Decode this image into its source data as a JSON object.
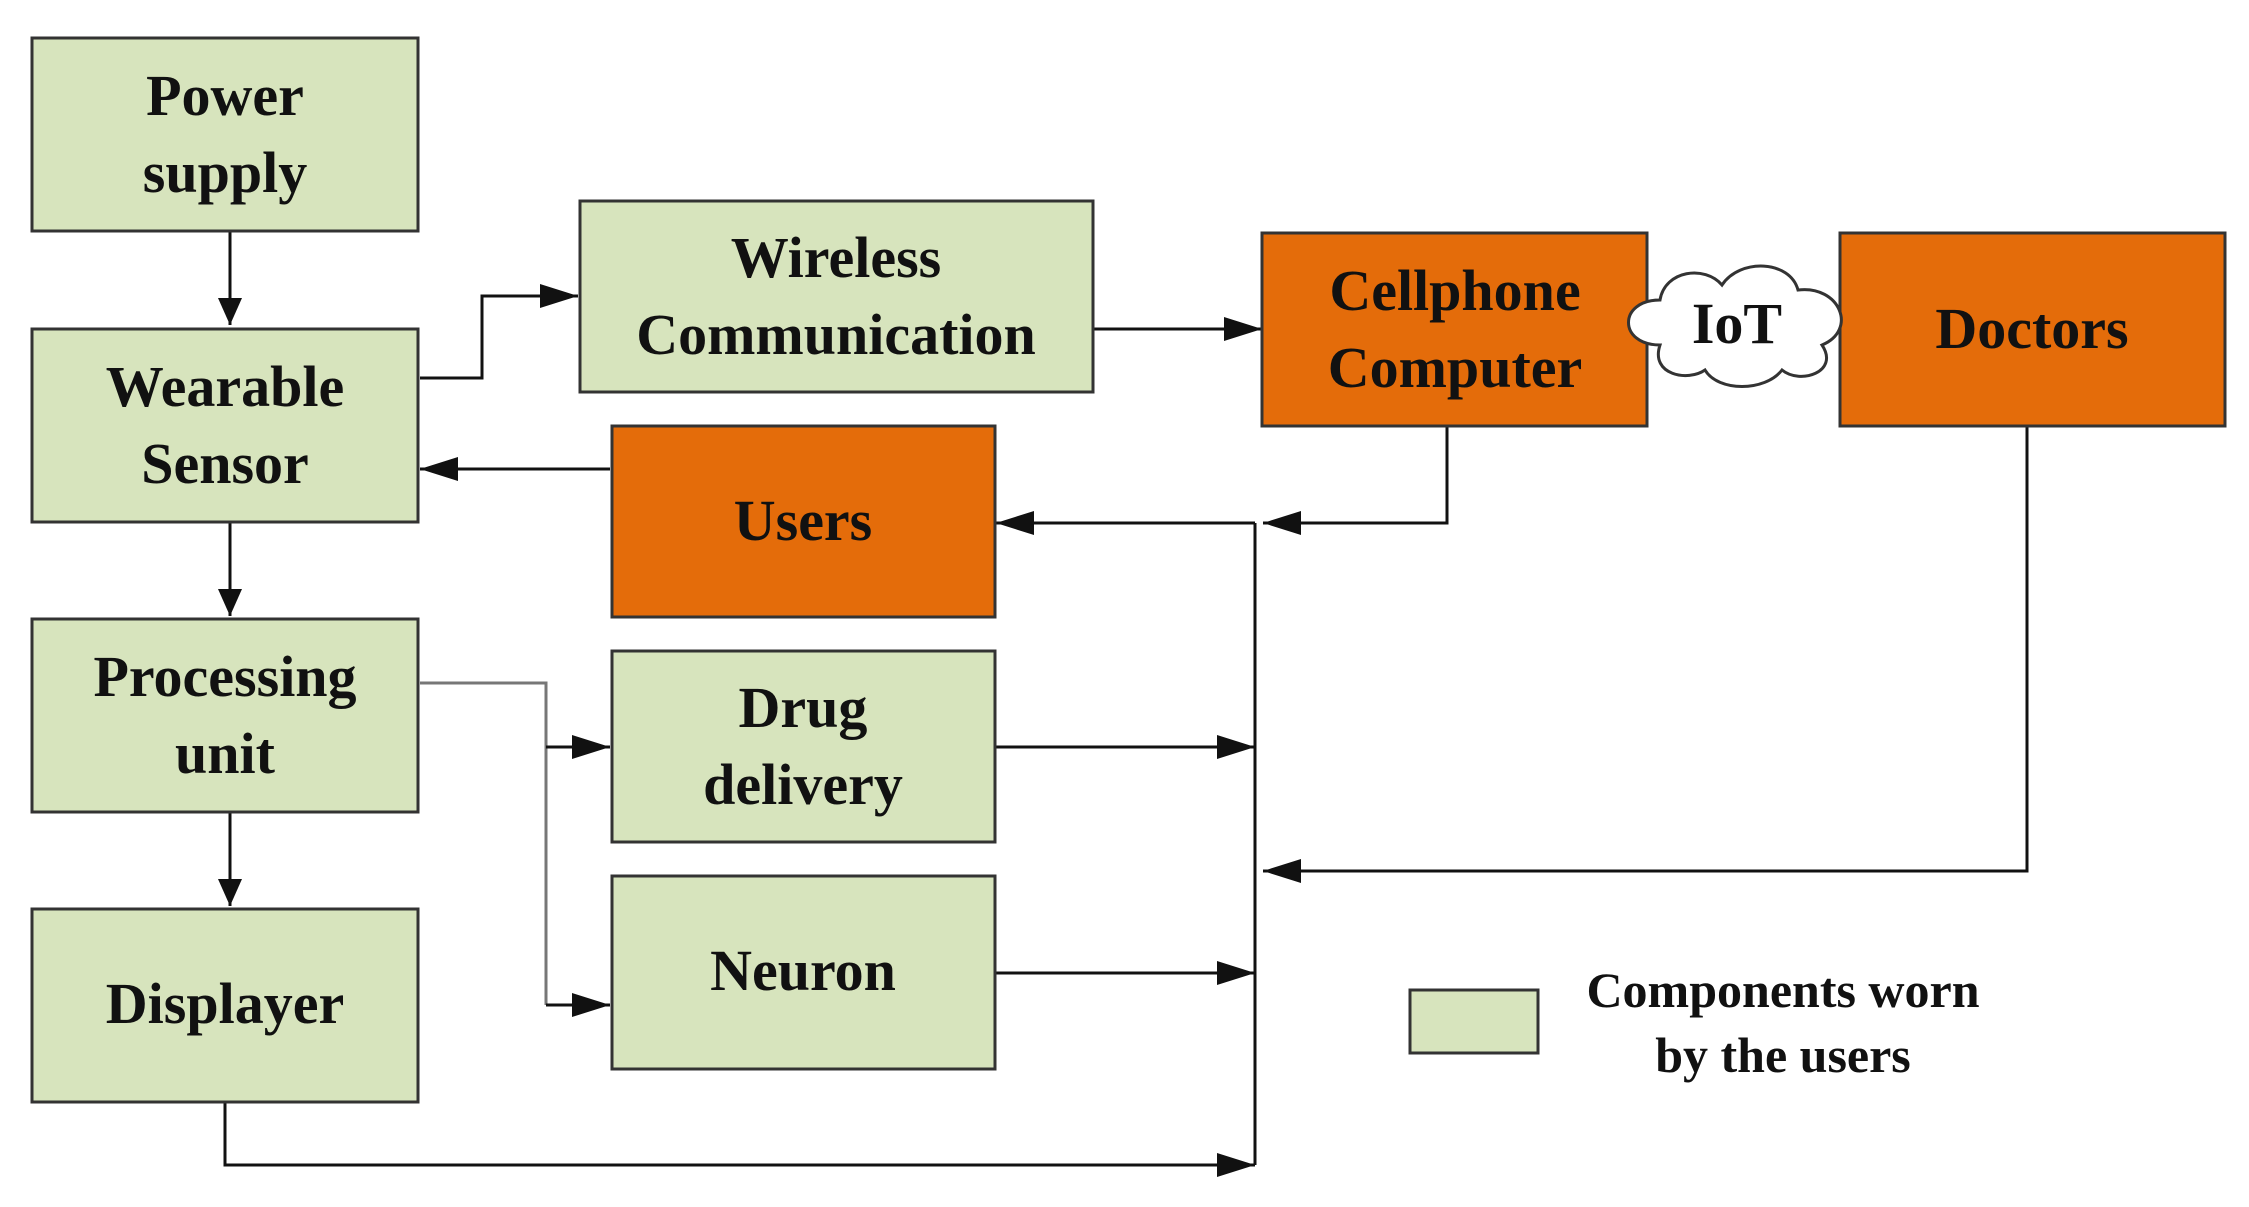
{
  "colors": {
    "worn_fill": "#d7e4bd",
    "external_fill": "#e46c0a",
    "border": "#333333",
    "line": "#111111"
  },
  "nodes": {
    "power_supply": {
      "lines": [
        "Power",
        "supply"
      ],
      "category": "worn"
    },
    "wearable_sensor": {
      "lines": [
        "Wearable",
        "Sensor"
      ],
      "category": "worn"
    },
    "processing_unit": {
      "lines": [
        "Processing",
        "unit"
      ],
      "category": "worn"
    },
    "displayer": {
      "lines": [
        "Displayer"
      ],
      "category": "worn"
    },
    "wireless_communication": {
      "lines": [
        "Wireless",
        "Communication"
      ],
      "category": "worn"
    },
    "users": {
      "lines": [
        "Users"
      ],
      "category": "external"
    },
    "drug_delivery": {
      "lines": [
        "Drug",
        "delivery"
      ],
      "category": "worn"
    },
    "neuron": {
      "lines": [
        "Neuron"
      ],
      "category": "worn"
    },
    "cellphone_computer": {
      "lines": [
        "Cellphone",
        "Computer"
      ],
      "category": "external"
    },
    "doctors": {
      "lines": [
        "Doctors"
      ],
      "category": "external"
    }
  },
  "cloud": {
    "label": "IoT",
    "icon": "cloud-icon"
  },
  "legend": {
    "lines": [
      "Components worn",
      "by the users"
    ]
  },
  "edges": [
    {
      "from": "power_supply",
      "to": "wearable_sensor"
    },
    {
      "from": "wearable_sensor",
      "to": "processing_unit"
    },
    {
      "from": "processing_unit",
      "to": "displayer"
    },
    {
      "from": "wearable_sensor",
      "to": "wireless_communication"
    },
    {
      "from": "wireless_communication",
      "to": "cellphone_computer"
    },
    {
      "from": "users",
      "to": "wearable_sensor"
    },
    {
      "from": "cellphone_computer",
      "to": "users"
    },
    {
      "from": "processing_unit",
      "to": "drug_delivery"
    },
    {
      "from": "processing_unit",
      "to": "neuron"
    },
    {
      "from": "drug_delivery",
      "to": "bus"
    },
    {
      "from": "neuron",
      "to": "bus"
    },
    {
      "from": "doctors",
      "to": "bus"
    },
    {
      "from": "displayer",
      "to": "bus"
    },
    {
      "from": "bus",
      "to": "users"
    }
  ]
}
